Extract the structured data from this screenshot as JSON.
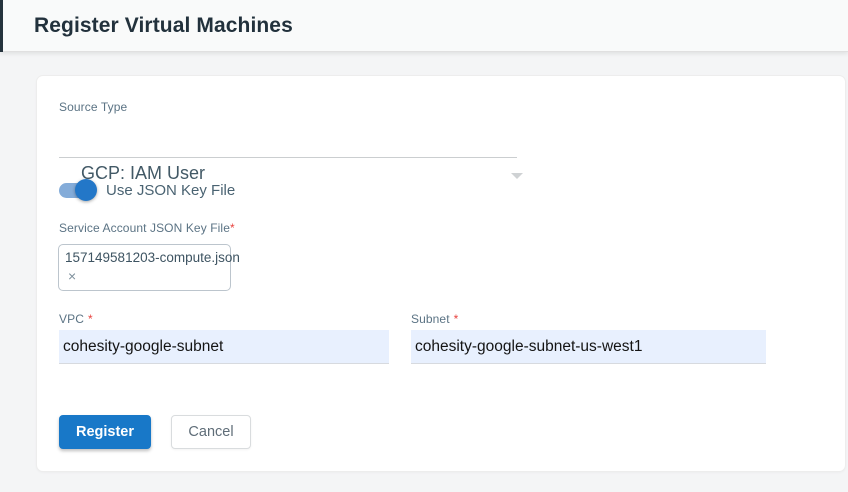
{
  "header": {
    "title": "Register Virtual Machines"
  },
  "form": {
    "source_type": {
      "label": "Source Type",
      "value": "GCP: IAM User"
    },
    "json_key_toggle": {
      "label": "Use JSON Key File",
      "state": "on"
    },
    "key_file": {
      "label": "Service Account JSON Key File",
      "required_marker": "*",
      "file_name": "157149581203-compute.json",
      "remove_icon": "×"
    },
    "vpc": {
      "label": "VPC",
      "required_marker": "*",
      "value": "cohesity-google-subnet"
    },
    "subnet": {
      "label": "Subnet",
      "required_marker": "*",
      "value": "cohesity-google-subnet-us-west1"
    },
    "buttons": {
      "register": "Register",
      "cancel": "Cancel"
    }
  },
  "icons": {
    "caret_down": "caret-down",
    "close": "×"
  },
  "colors": {
    "primary_button": "#1878c8",
    "toggle_track": "#84acd9",
    "toggle_knob": "#2377c8",
    "autofill_input_bg": "#e8f0fe",
    "required_marker": "#e8433f",
    "title_text": "#22313c"
  }
}
